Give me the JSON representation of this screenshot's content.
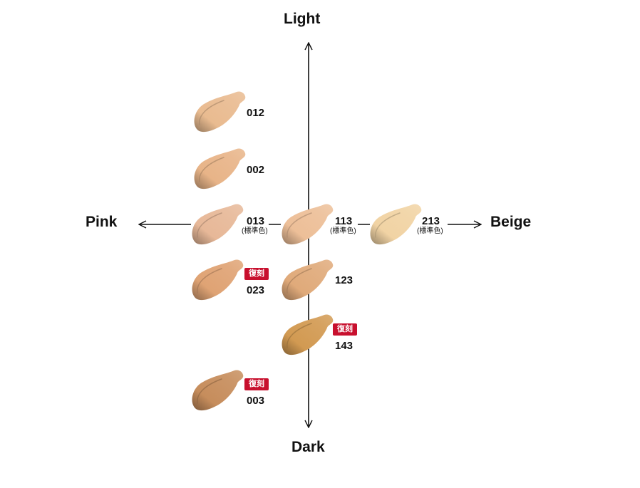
{
  "axes": {
    "top": "Light",
    "bottom": "Dark",
    "left": "Pink",
    "right": "Beige"
  },
  "shades": [
    {
      "code": "012",
      "color": "#E9BB90",
      "standard": "",
      "badge": ""
    },
    {
      "code": "002",
      "color": "#E8B488",
      "standard": "",
      "badge": ""
    },
    {
      "code": "013",
      "color": "#E7B898",
      "standard": "(標準色)",
      "badge": ""
    },
    {
      "code": "113",
      "color": "#EDBF98",
      "standard": "(標準色)",
      "badge": ""
    },
    {
      "code": "213",
      "color": "#F1D3A4",
      "standard": "(標準色)",
      "badge": ""
    },
    {
      "code": "023",
      "color": "#DFA374",
      "standard": "",
      "badge": "復刻"
    },
    {
      "code": "123",
      "color": "#E0AA7A",
      "standard": "",
      "badge": ""
    },
    {
      "code": "143",
      "color": "#D29A52",
      "standard": "",
      "badge": "復刻"
    },
    {
      "code": "003",
      "color": "#C68D5C",
      "standard": "",
      "badge": "復刻"
    }
  ]
}
